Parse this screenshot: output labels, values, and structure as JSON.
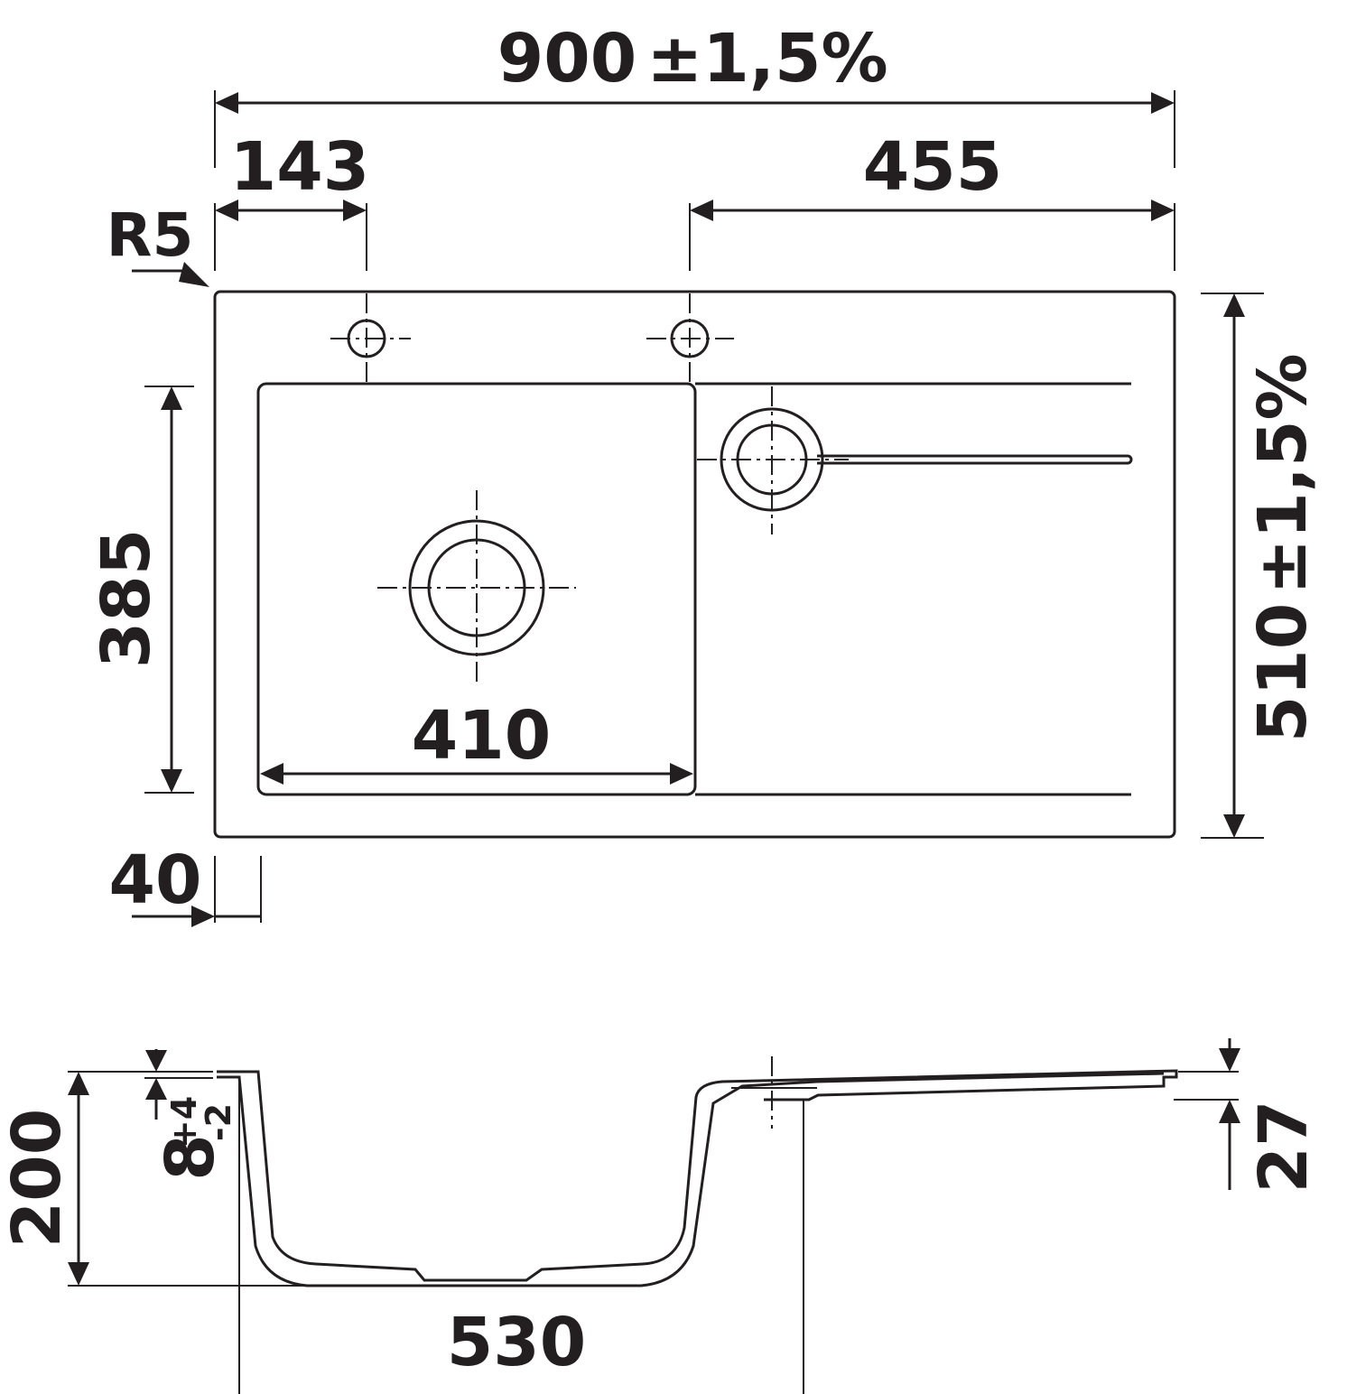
{
  "dimensions": {
    "overall_width": "900",
    "overall_width_tol": "±1,5%",
    "left_to_tap": "143",
    "tap_to_right": "455",
    "corner_radius": "R5",
    "bowl_height": "385",
    "bowl_width": "410",
    "overall_depth": "510",
    "overall_depth_tol": "±1,5%",
    "edge_offset": "40",
    "section_height": "200",
    "rim_height": "8",
    "rim_tol_plus": "+4",
    "rim_tol_minus": "-2",
    "section_width": "530",
    "drainer_thickness": "27"
  },
  "colors": {
    "line": "#231f20",
    "background": "#ffffff"
  }
}
